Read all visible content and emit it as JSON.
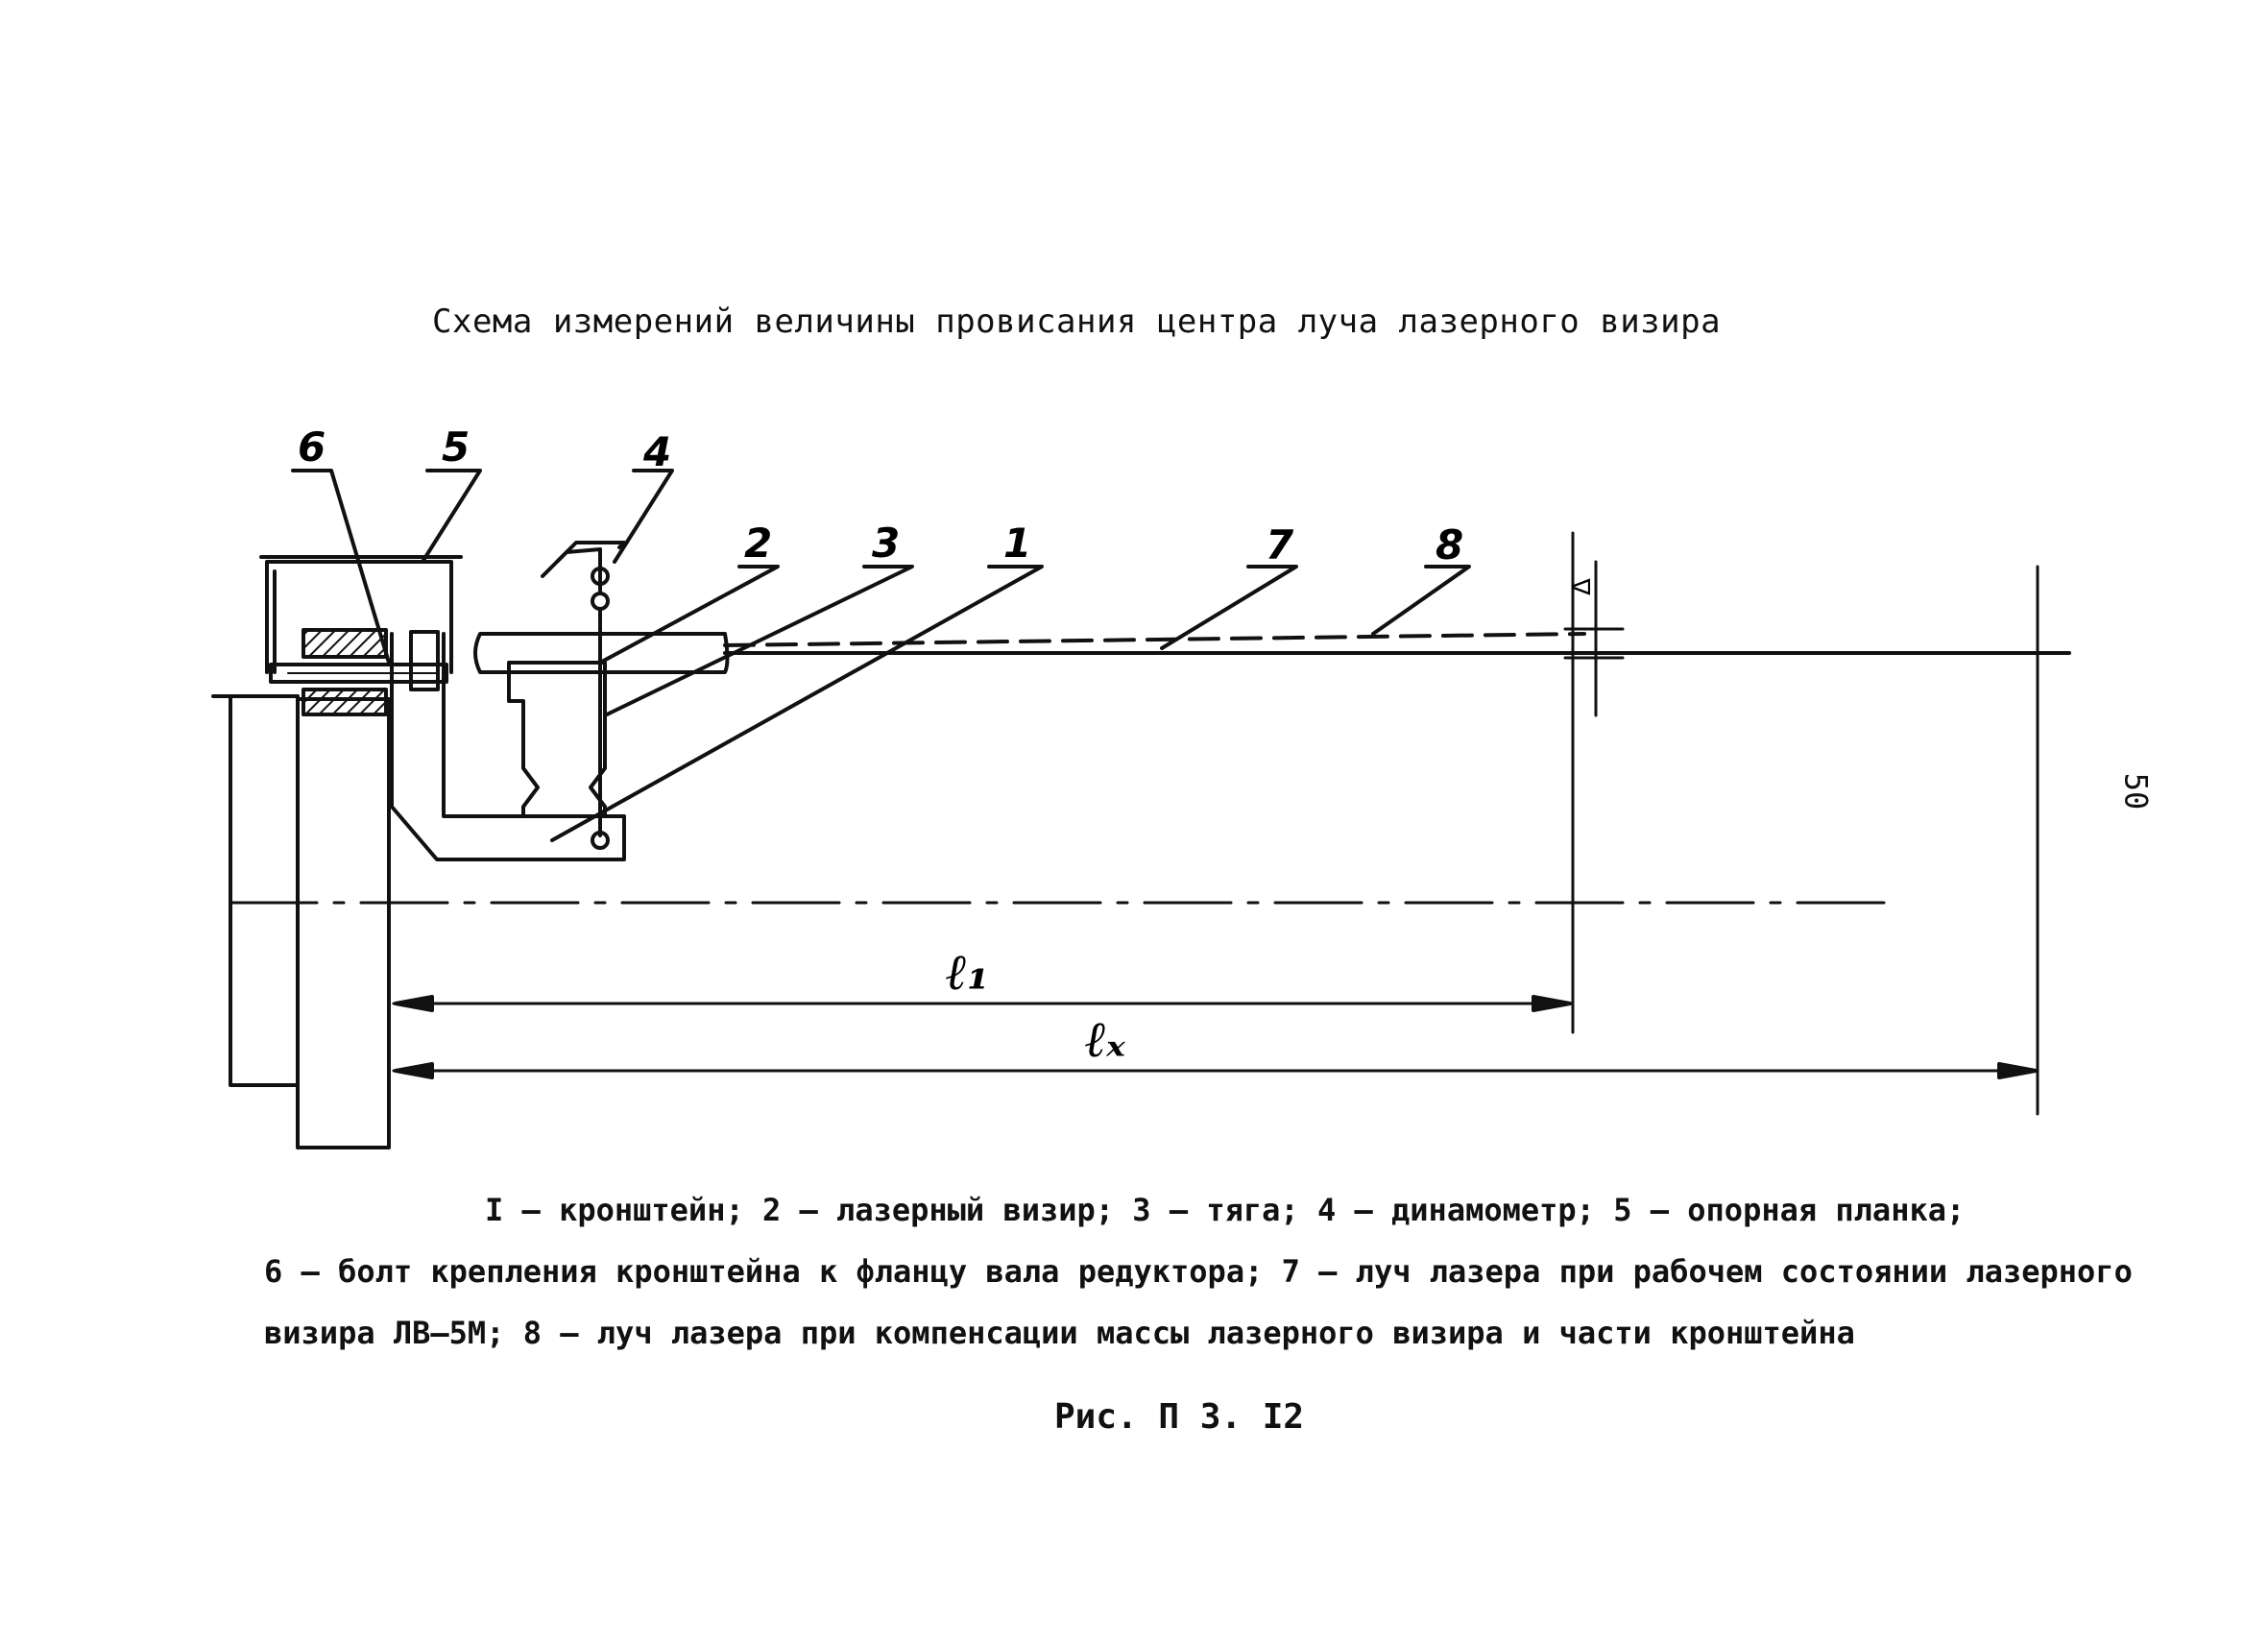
{
  "title": "Схема измерений величины провисания центра луча лазерного визира",
  "page_number": "50",
  "callouts": {
    "c1": "1",
    "c2": "2",
    "c3": "3",
    "c4": "4",
    "c5": "5",
    "c6": "6",
    "c7": "7",
    "c8": "8"
  },
  "dimensions": {
    "l1": "ℓ₁",
    "lx": "ℓₓ",
    "delta": "Δ"
  },
  "legend": {
    "line1": "I – кронштейн; 2 – лазерный визир; 3 – тяга; 4 – динамометр; 5 – опорная планка;",
    "line2": "6 – болт крепления кронштейна к фланцу вала редуктора; 7 – луч лазера при рабочем состоянии лазерного",
    "line3": "визира ЛВ–5М; 8 – луч лазера при компенсации массы лазерного визира и части кронштейна"
  },
  "caption": "Рис. П 3. I2"
}
